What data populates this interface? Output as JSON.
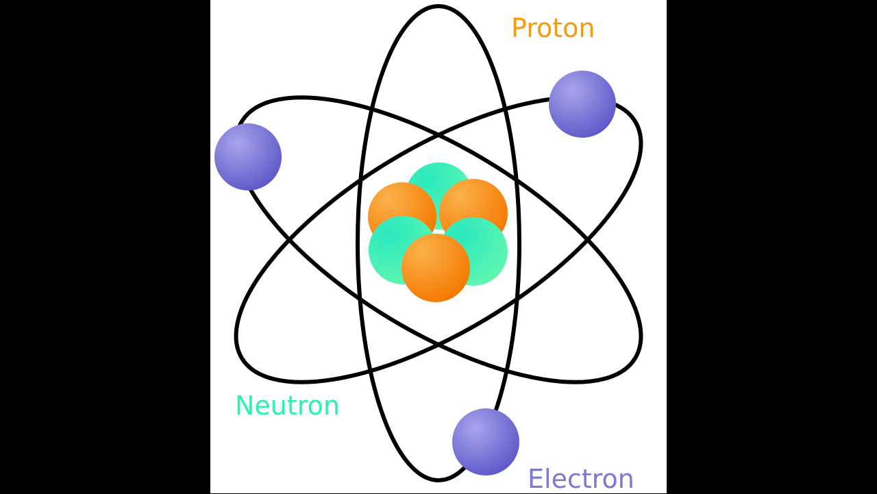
{
  "labels": {
    "proton": "Proton",
    "neutron": "Neutron",
    "electron": "Electron"
  },
  "colors": {
    "background": "#000000",
    "panel": "#ffffff",
    "orbit": "#000000",
    "proton": "#f39c12",
    "neutron": "#2ff0b0",
    "electron": "#7b78d8"
  }
}
